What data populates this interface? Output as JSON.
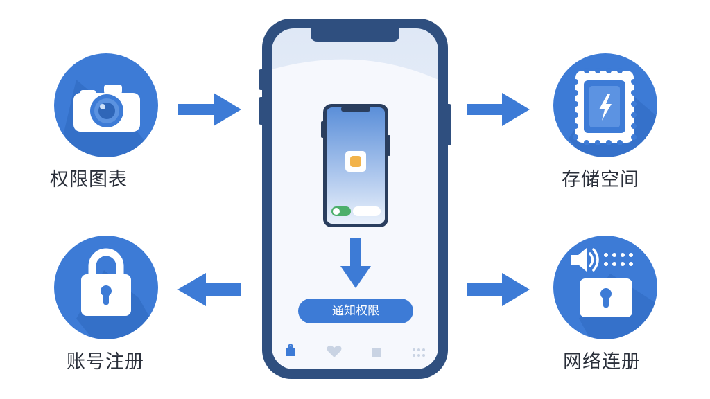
{
  "features": {
    "top_left_label": "权限图表",
    "top_right_label": "存储空间",
    "bottom_left_label": "账号注册",
    "bottom_right_label": "网络连册"
  },
  "phone": {
    "button_label": "通知权限"
  },
  "icons": {
    "top_left": "camera-icon",
    "top_right": "storage-chip-icon",
    "bottom_left": "lock-icon",
    "bottom_right": "network-lock-icon"
  },
  "colors": {
    "accent": "#3d7bd6",
    "accent_dark": "#2e5f9e",
    "phone_frame": "#2f4f7f",
    "screen_bg": "#eef3fb",
    "label_text": "#2a2f3a"
  }
}
